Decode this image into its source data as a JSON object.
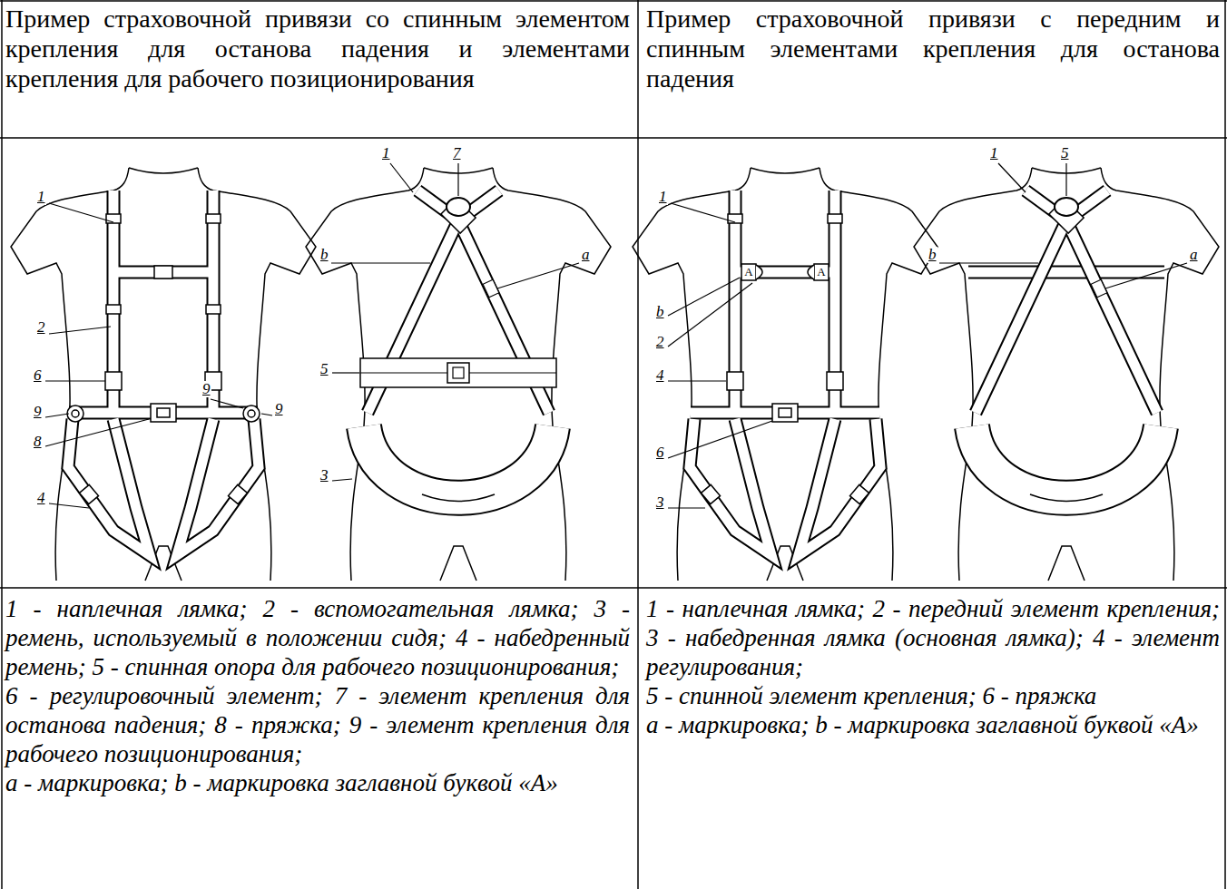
{
  "diagram": {
    "labels": [
      "Пример страховочной привязи со спинным элементом крепления для останова падения и элементами крепления для рабочего позиционирования",
      "Пример страховочной привязи с передним и спинным элементами крепления для останова падения",
      "1",
      "2",
      "6",
      "9",
      "8",
      "4",
      "9",
      "9",
      "1",
      "7",
      "b",
      "a",
      "5",
      "3",
      "1",
      "b",
      "2",
      "4",
      "6",
      "3",
      "A",
      "A",
      "1",
      "5",
      "b",
      "a",
      "1 - наплечная лямка; 2 - вспомогательная лямка; 3 - ремень, используемый в положении сидя; 4 - набедренный ремень; 5 - спинная опора для рабочего позиционирования;",
      "6 - регулировочный элемент; 7 - элемент крепления для останова падения; 8 - пряжка; 9 - элемент крепления для рабочего позиционирования;",
      "a - маркировка; b - маркировка заглавной буквой «А»",
      "1 - наплечная лямка; 2 - передний элемент крепления; 3 - набедренная лямка (основная лямка); 4 - элемент регулирования;",
      "5 - спинной элемент крепления; 6 - пряжка",
      "a - маркировка; b - маркировка заглавной буквой «А»"
    ]
  }
}
